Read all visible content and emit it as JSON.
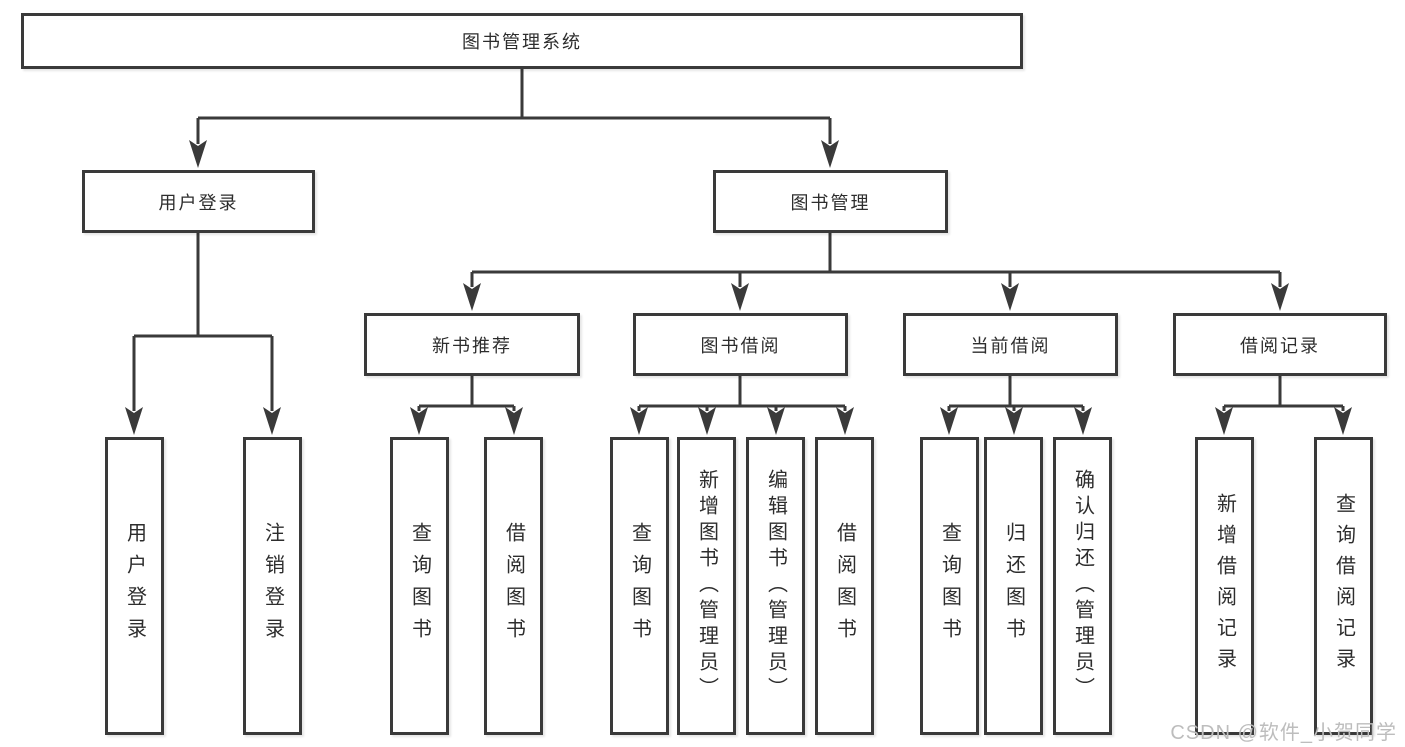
{
  "diagram": {
    "type": "hierarchy-tree",
    "colors": {
      "line": "#3a3a3a",
      "text": "#2d2d2d",
      "box_bg": "#ffffff",
      "watermark": "#bdbdbd"
    },
    "tree": {
      "root": {
        "label": "图书管理系统"
      },
      "branches": [
        {
          "label": "用户登录",
          "children": [
            {
              "label": "用户登录"
            },
            {
              "label": "注销登录"
            }
          ]
        },
        {
          "label": "图书管理",
          "children": [
            {
              "label": "新书推荐",
              "children": [
                {
                  "label": "查询图书"
                },
                {
                  "label": "借阅图书"
                }
              ]
            },
            {
              "label": "图书借阅",
              "children": [
                {
                  "label": "查询图书"
                },
                {
                  "label": "新增图书（管理员）"
                },
                {
                  "label": "编辑图书（管理员）"
                },
                {
                  "label": "借阅图书"
                }
              ]
            },
            {
              "label": "当前借阅",
              "children": [
                {
                  "label": "查询图书"
                },
                {
                  "label": "归还图书"
                },
                {
                  "label": "确认归还（管理员）"
                }
              ]
            },
            {
              "label": "借阅记录",
              "children": [
                {
                  "label": "新增借阅记录"
                },
                {
                  "label": "查询借阅记录"
                }
              ]
            }
          ]
        }
      ]
    },
    "watermark": "CSDN @软件_小贺同学"
  }
}
